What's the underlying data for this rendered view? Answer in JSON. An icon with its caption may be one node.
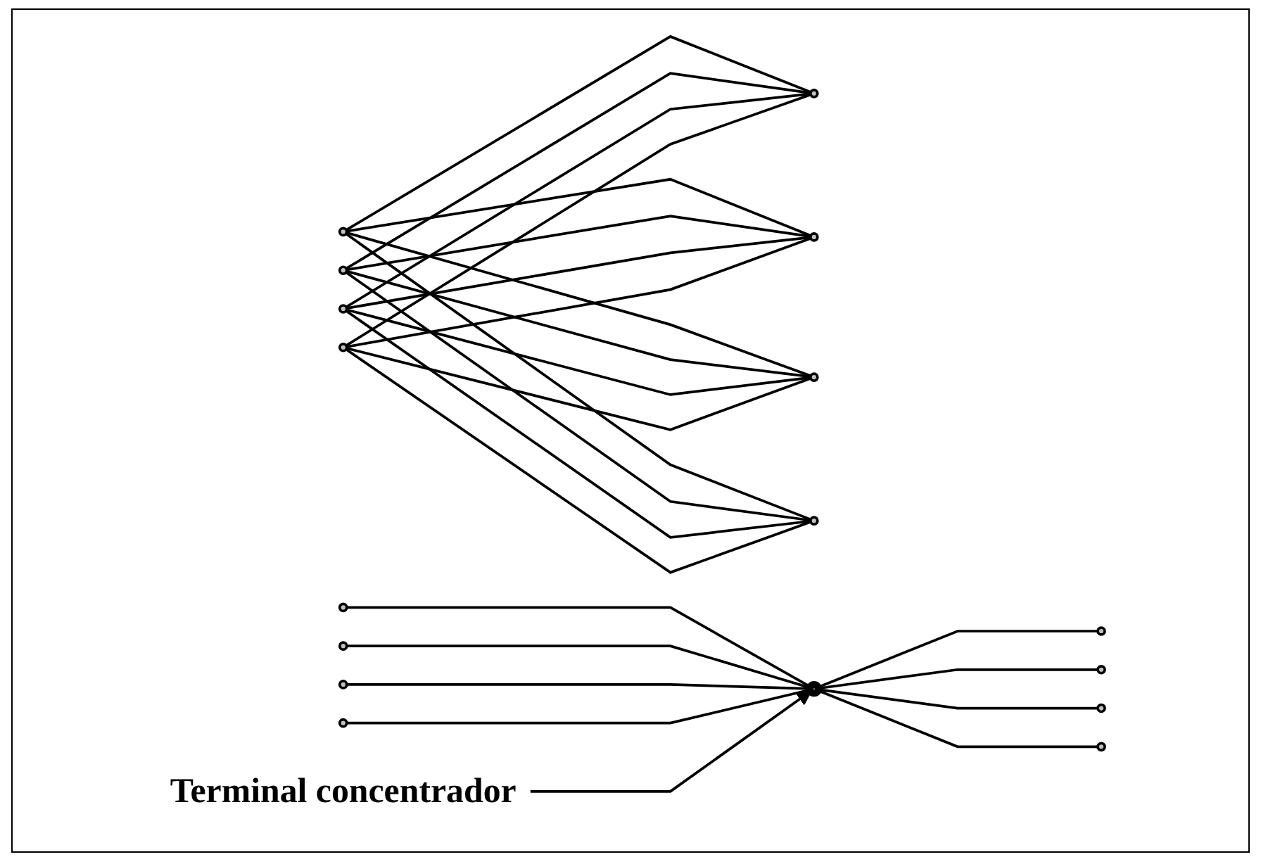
{
  "diagram": {
    "nodes": [
      {
        "text": [],
        "shape": "circle"
      },
      {
        "text": [],
        "shape": "circle"
      },
      {
        "text": [],
        "shape": "circle"
      },
      {
        "text": [],
        "shape": "circle"
      },
      {
        "text": [],
        "shape": "circle"
      },
      {
        "text": [],
        "shape": "circle"
      },
      {
        "text": [],
        "shape": "circle"
      },
      {
        "text": [],
        "shape": "circle"
      },
      {
        "text": [],
        "shape": "circle"
      },
      {
        "text": [],
        "shape": "circle"
      },
      {
        "text": [],
        "shape": "circle"
      },
      {
        "text": [],
        "shape": "circle"
      },
      {
        "text": [],
        "shape": "circle"
      },
      {
        "text": [],
        "shape": "circle"
      },
      {
        "text": [],
        "shape": "circle"
      },
      {
        "text": [],
        "shape": "circle"
      },
      {
        "text": [],
        "shape": "circle"
      },
      {
        "text": [
          "Terminal concentrador"
        ]
      }
    ],
    "edges": [
      {
        "from": 0,
        "to": 4,
        "arrow": "none"
      },
      {
        "from": 0,
        "to": 5,
        "arrow": "none"
      },
      {
        "from": 0,
        "to": 6,
        "arrow": "none"
      },
      {
        "from": 0,
        "to": 7,
        "arrow": "none"
      },
      {
        "from": 1,
        "to": 4,
        "arrow": "none"
      },
      {
        "from": 1,
        "to": 5,
        "arrow": "none"
      },
      {
        "from": 1,
        "to": 6,
        "arrow": "none"
      },
      {
        "from": 1,
        "to": 7,
        "arrow": "none"
      },
      {
        "from": 2,
        "to": 4,
        "arrow": "none"
      },
      {
        "from": 2,
        "to": 5,
        "arrow": "none"
      },
      {
        "from": 2,
        "to": 6,
        "arrow": "none"
      },
      {
        "from": 2,
        "to": 7,
        "arrow": "none"
      },
      {
        "from": 3,
        "to": 4,
        "arrow": "none"
      },
      {
        "from": 3,
        "to": 5,
        "arrow": "none"
      },
      {
        "from": 3,
        "to": 6,
        "arrow": "none"
      },
      {
        "from": 3,
        "to": 7,
        "arrow": "none"
      },
      {
        "from": 8,
        "to": 12,
        "arrow": "none"
      },
      {
        "from": 9,
        "to": 12,
        "arrow": "none"
      },
      {
        "from": 10,
        "to": 12,
        "arrow": "none"
      },
      {
        "from": 11,
        "to": 12,
        "arrow": "none"
      },
      {
        "from": 12,
        "to": 13,
        "arrow": "none"
      },
      {
        "from": 12,
        "to": 14,
        "arrow": "none"
      },
      {
        "from": 12,
        "to": 15,
        "arrow": "none"
      },
      {
        "from": 12,
        "to": 16,
        "arrow": "none"
      },
      {
        "from": 17,
        "to": 12,
        "arrow": "to"
      }
    ]
  }
}
